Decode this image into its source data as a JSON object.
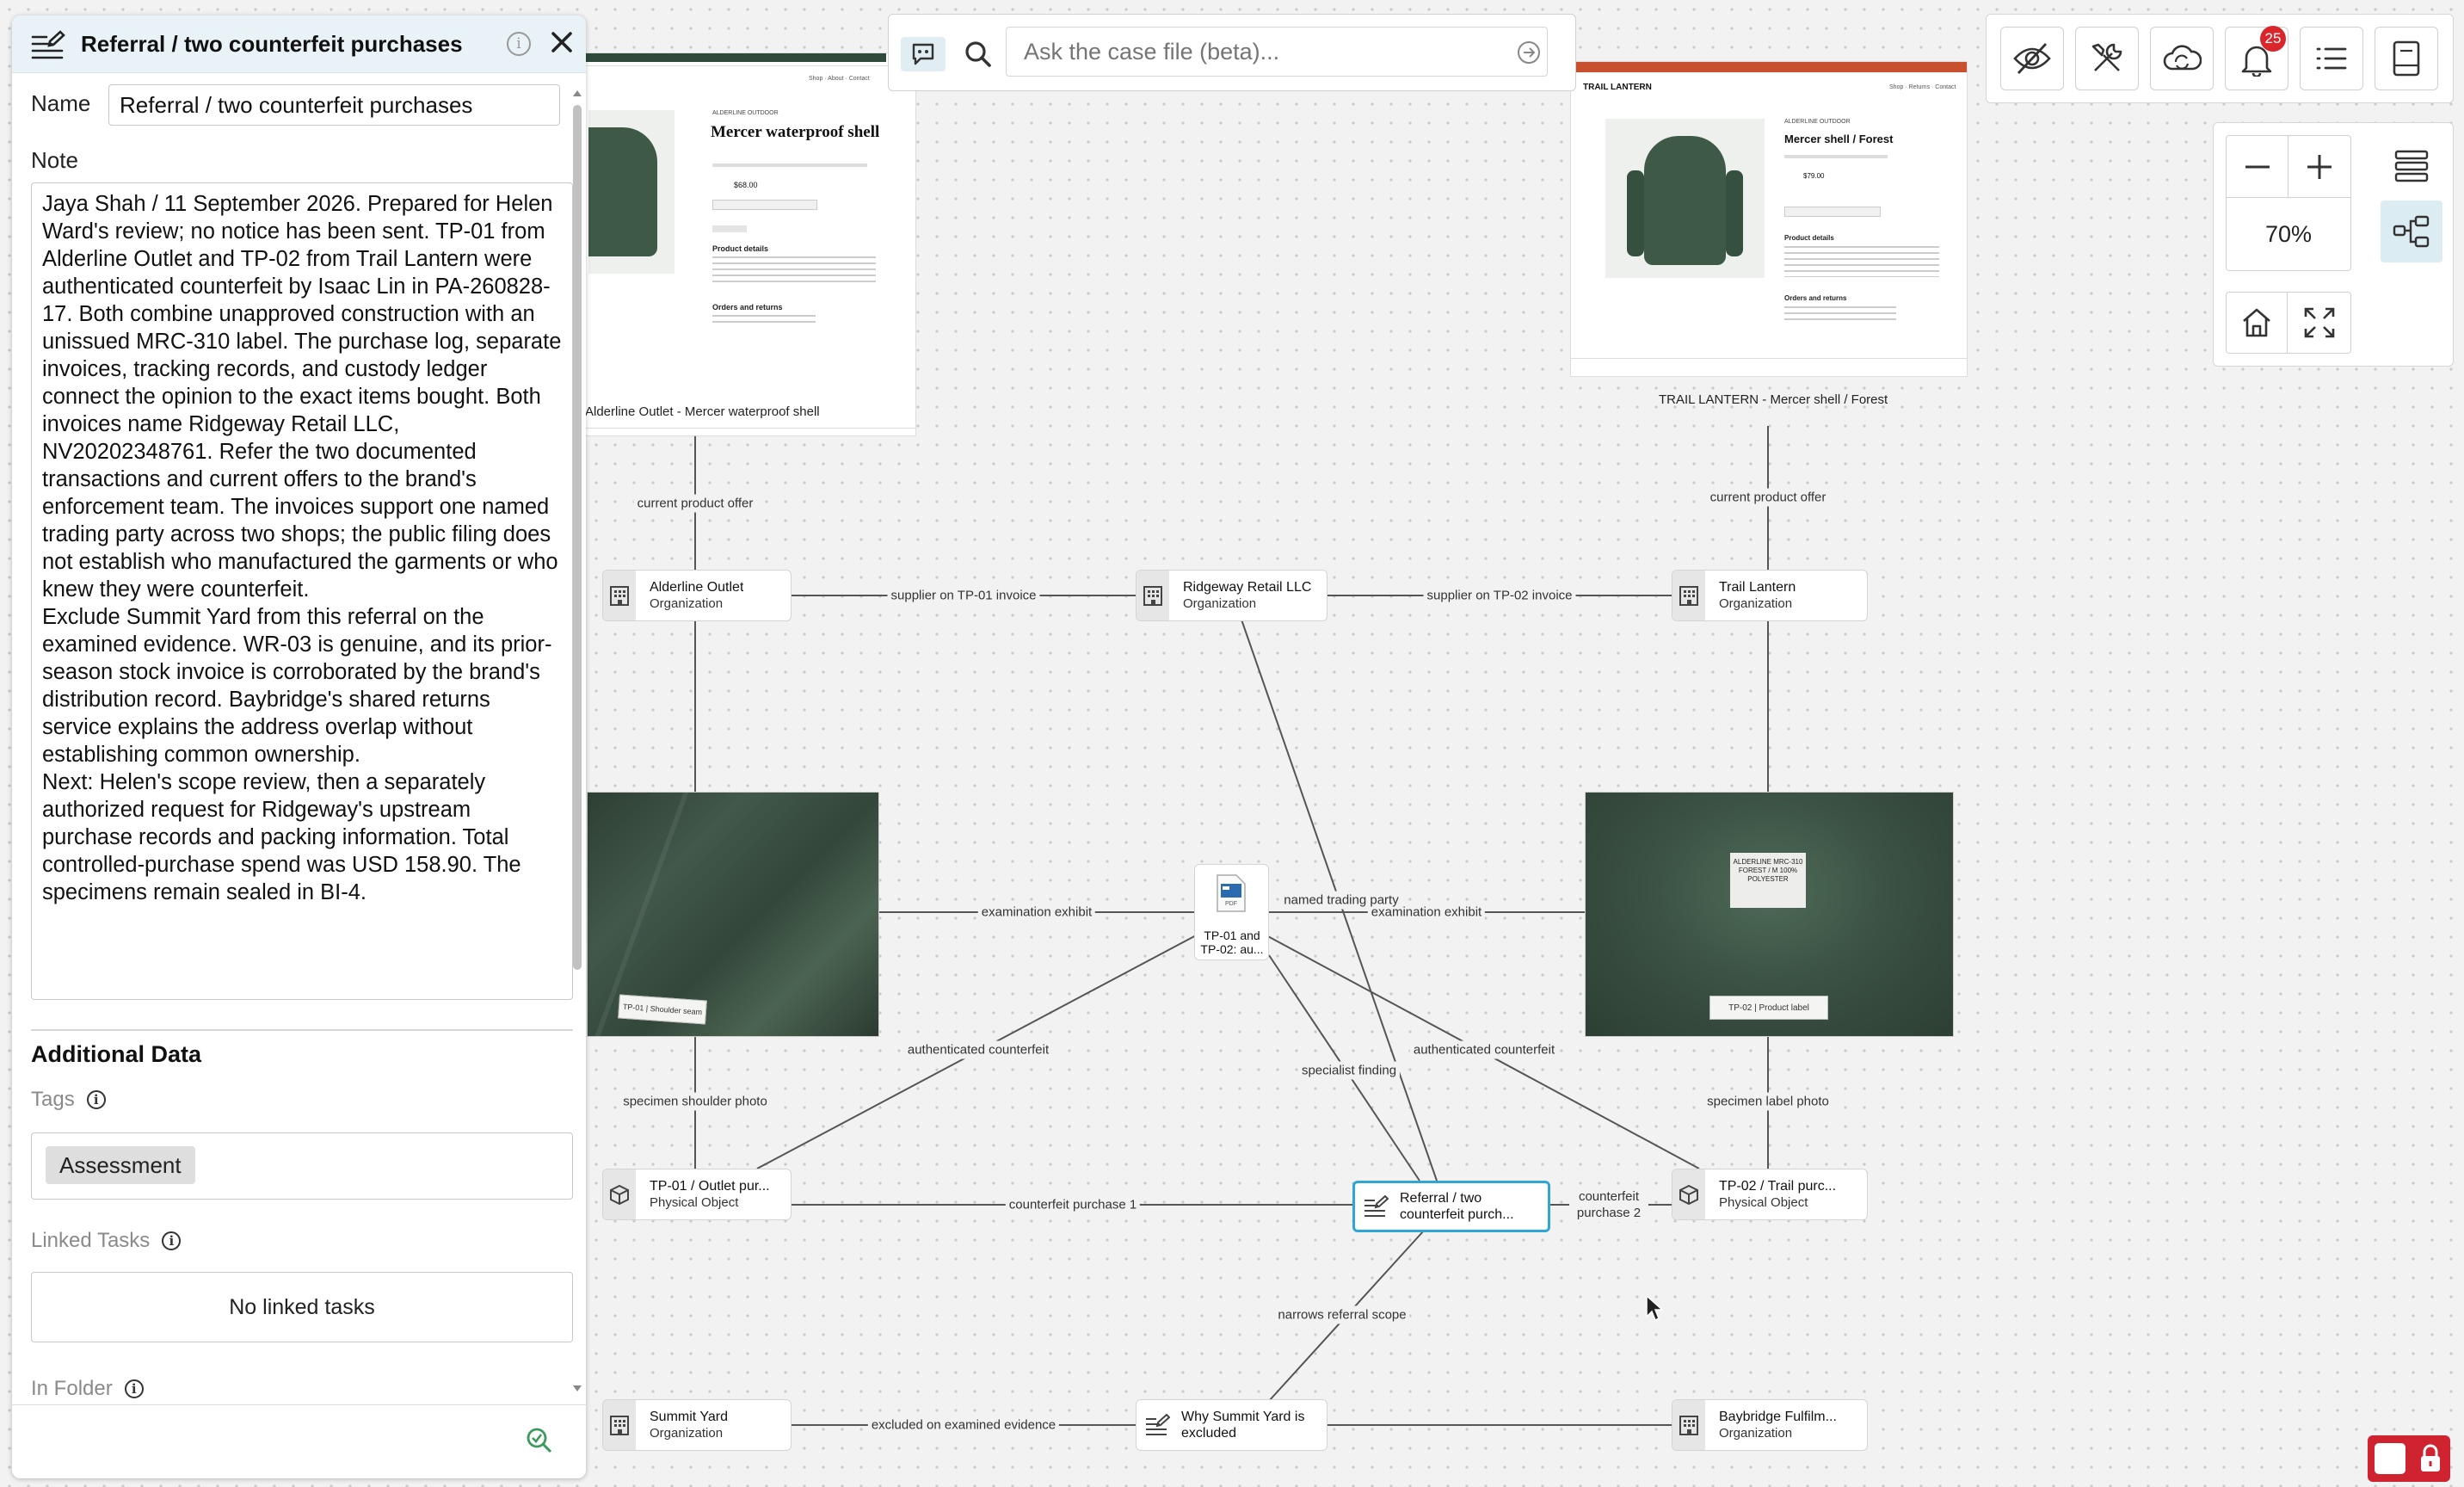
{
  "panel": {
    "title": "Referral / two counterfeit purchases",
    "name_label": "Name",
    "name_value": "Referral / two counterfeit purchases",
    "note_label": "Note",
    "note_text": "Jaya Shah / 11 September 2026. Prepared for Helen Ward's review; no notice has been sent. TP-01 from Alderline Outlet and TP-02 from Trail Lantern were authenticated counterfeit by Isaac Lin in PA-260828-17. Both combine unapproved construction with an unissued MRC-310 label. The purchase log, separate invoices, tracking records, and custody ledger connect the opinion to the exact items bought. Both invoices name Ridgeway Retail LLC, NV20202348761. Refer the two documented transactions and current offers to the brand's enforcement team. The invoices support one named trading party across two shops; the public filing does not establish who manufactured the garments or who knew they were counterfeit.\nExclude Summit Yard from this referral on the examined evidence. WR-03 is genuine, and its prior-season stock invoice is corroborated by the brand's distribution record. Baybridge's shared returns service explains the address overlap without establishing common ownership.\nNext: Helen's scope review, then a separately authorized request for Ridgeway's upstream purchase records and packing information. Total controlled-purchase spend was USD 158.90. The specimens remain sealed in BI-4.",
    "additional_heading": "Additional Data",
    "tags_label": "Tags",
    "tags": [
      "Assessment"
    ],
    "linked_tasks_label": "Linked Tasks",
    "linked_tasks_empty": "No linked tasks",
    "in_folder_label": "In Folder"
  },
  "search": {
    "placeholder": "Ask the case file (beta)..."
  },
  "toolbar": {
    "icons": [
      "eye-off-icon",
      "tools-icon",
      "cloud-sync-icon",
      "bell-icon",
      "list-icon",
      "book-icon"
    ],
    "notification_count": "25",
    "zoom_level": "70%"
  },
  "screenshots": {
    "left": {
      "caption": "Alderline Outlet - Mercer waterproof shell",
      "brand": "ALDERLINE OUTDOOR",
      "product": "Mercer waterproof shell",
      "price": "$68.00",
      "details_heading": "Product details",
      "orders_heading": "Orders and returns"
    },
    "right": {
      "caption": "TRAIL LANTERN - Mercer shell / Forest",
      "site": "TRAIL LANTERN",
      "brand": "ALDERLINE OUTDOOR",
      "product": "Mercer shell / Forest",
      "price": "$79.00",
      "details_heading": "Product details",
      "orders_heading": "Orders and returns"
    }
  },
  "photos": {
    "left_tag": "TP-01 | Shoulder seam",
    "right_label": "ALDERLINE MRC-310 FOREST / M 100% POLYESTER",
    "right_tag": "TP-02 | Product label"
  },
  "nodes": {
    "alderline": {
      "title": "Alderline Outlet",
      "sub": "Organization"
    },
    "ridgeway": {
      "title": "Ridgeway Retail LLC",
      "sub": "Organization"
    },
    "trail": {
      "title": "Trail Lantern",
      "sub": "Organization"
    },
    "tp01": {
      "title": "TP-01 / Outlet pur...",
      "sub": "Physical Object"
    },
    "tp02": {
      "title": "TP-02 / Trail purc...",
      "sub": "Physical Object"
    },
    "referral": {
      "title": "Referral / two counterfeit purch..."
    },
    "summit": {
      "title": "Summit Yard",
      "sub": "Organization"
    },
    "why": {
      "title": "Why Summit Yard is excluded"
    },
    "baybridge": {
      "title": "Baybridge Fulfilm...",
      "sub": "Organization"
    },
    "pdf": {
      "title": "TP-01 and TP-02: au...",
      "badge": "PDF"
    }
  },
  "edges": {
    "offer_left": "current product offer",
    "offer_right": "current product offer",
    "supplier1": "supplier on TP-01 invoice",
    "supplier2": "supplier on TP-02 invoice",
    "exhibit1": "examination exhibit",
    "exhibit2": "examination exhibit",
    "named_party": "named trading party",
    "auth1": "authenticated counterfeit",
    "auth2": "authenticated counterfeit",
    "specialist": "specialist finding",
    "shoulder_photo": "specimen shoulder photo",
    "label_photo": "specimen label photo",
    "purchase1": "counterfeit purchase 1",
    "purchase2": "counterfeit purchase 2",
    "narrows": "narrows referral scope",
    "excluded": "excluded on examined evidence"
  }
}
